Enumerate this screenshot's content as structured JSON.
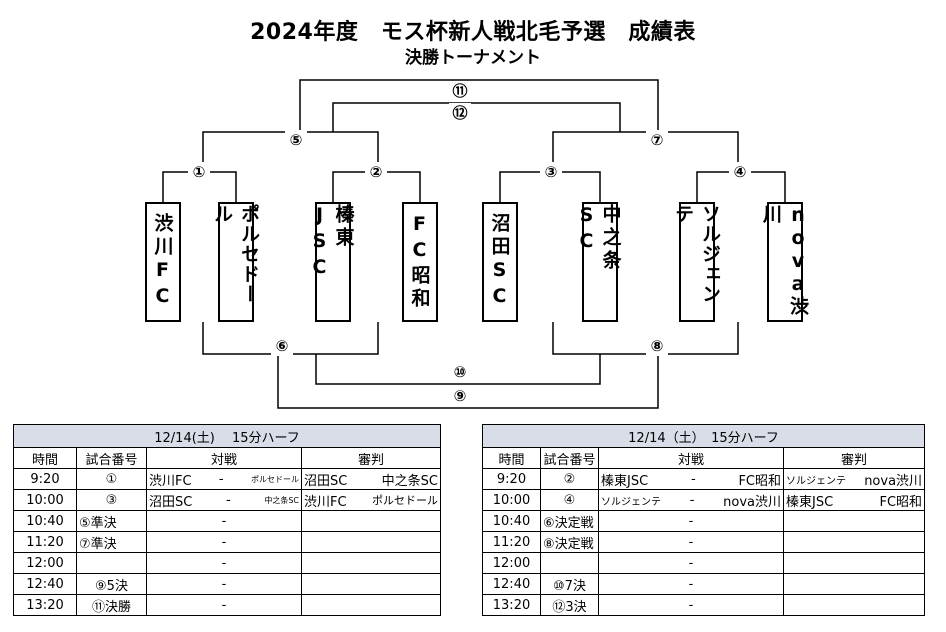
{
  "title": "2024年度　モス杯新人戦北毛予選　成績表",
  "subtitle": "決勝トーナメント",
  "bracket": {
    "teams": [
      "渋川FC",
      "ポルセドール",
      "榛東JSC",
      "FC昭和",
      "沼田SC",
      "中之条SC",
      "ソルジェンテ",
      "nova渋川"
    ],
    "match_numbers": [
      "①",
      "②",
      "③",
      "④",
      "⑤",
      "⑥",
      "⑦",
      "⑧",
      "⑨",
      "⑩",
      "⑪",
      "⑫"
    ]
  },
  "schedules": [
    {
      "header": "12/14(土)　 15分ハーフ",
      "columns": [
        "時間",
        "試合番号",
        "対戦",
        "審判"
      ],
      "rows": [
        {
          "time": "9:20",
          "match": "①",
          "home": "渋川FC",
          "dash": "-",
          "away": "ポルセドール",
          "away_small": true,
          "ref1": "沼田SC",
          "ref2": "中之条SC",
          "ref1_small": false
        },
        {
          "time": "10:00",
          "match": "③",
          "home": "沼田SC",
          "dash": "-",
          "away": "中之条SC",
          "away_small": true,
          "ref1": "渋川FC",
          "ref2": "ポルセドール",
          "ref1_small": false
        },
        {
          "time": "10:40",
          "match": "⑤準決",
          "home": "",
          "dash": "-",
          "away": "",
          "away_small": false,
          "ref1": "",
          "ref2": "",
          "ref1_small": false
        },
        {
          "time": "11:20",
          "match": "⑦準決",
          "home": "",
          "dash": "-",
          "away": "",
          "away_small": false,
          "ref1": "",
          "ref2": "",
          "ref1_small": false
        },
        {
          "time": "12:00",
          "match": "",
          "home": "",
          "dash": "-",
          "away": "",
          "away_small": false,
          "ref1": "",
          "ref2": "",
          "ref1_small": false
        },
        {
          "time": "12:40",
          "match": "⑨5決",
          "home": "",
          "dash": "-",
          "away": "",
          "away_small": false,
          "ref1": "",
          "ref2": "",
          "ref1_small": false
        },
        {
          "time": "13:20",
          "match": "⑪決勝",
          "home": "",
          "dash": "-",
          "away": "",
          "away_small": false,
          "ref1": "",
          "ref2": "",
          "ref1_small": false
        }
      ]
    },
    {
      "header": "12/14（土）　15分ハーフ",
      "columns": [
        "時間",
        "試合番号",
        "対戦",
        "審判"
      ],
      "rows": [
        {
          "time": "9:20",
          "match": "②",
          "home": "榛東JSC",
          "dash": "-",
          "away": "FC昭和",
          "away_small": false,
          "ref1": "ソルジェンテ",
          "ref2": "nova渋川",
          "ref1_small": true
        },
        {
          "time": "10:00",
          "match": "④",
          "home": "ソルジェンテ",
          "home_small": true,
          "dash": "-",
          "away": "nova渋川",
          "away_small": false,
          "ref1": "榛東JSC",
          "ref2": "FC昭和",
          "ref1_small": false
        },
        {
          "time": "10:40",
          "match": "⑥決定戦",
          "home": "",
          "dash": "-",
          "away": "",
          "away_small": false,
          "ref1": "",
          "ref2": "",
          "ref1_small": false
        },
        {
          "time": "11:20",
          "match": "⑧決定戦",
          "home": "",
          "dash": "-",
          "away": "",
          "away_small": false,
          "ref1": "",
          "ref2": "",
          "ref1_small": false
        },
        {
          "time": "12:00",
          "match": "",
          "home": "",
          "dash": "-",
          "away": "",
          "away_small": false,
          "ref1": "",
          "ref2": "",
          "ref1_small": false
        },
        {
          "time": "12:40",
          "match": "⑩7決",
          "home": "",
          "dash": "-",
          "away": "",
          "away_small": false,
          "ref1": "",
          "ref2": "",
          "ref1_small": false
        },
        {
          "time": "13:20",
          "match": "⑫3決",
          "home": "",
          "dash": "-",
          "away": "",
          "away_small": false,
          "ref1": "",
          "ref2": "",
          "ref1_small": false
        }
      ]
    }
  ]
}
